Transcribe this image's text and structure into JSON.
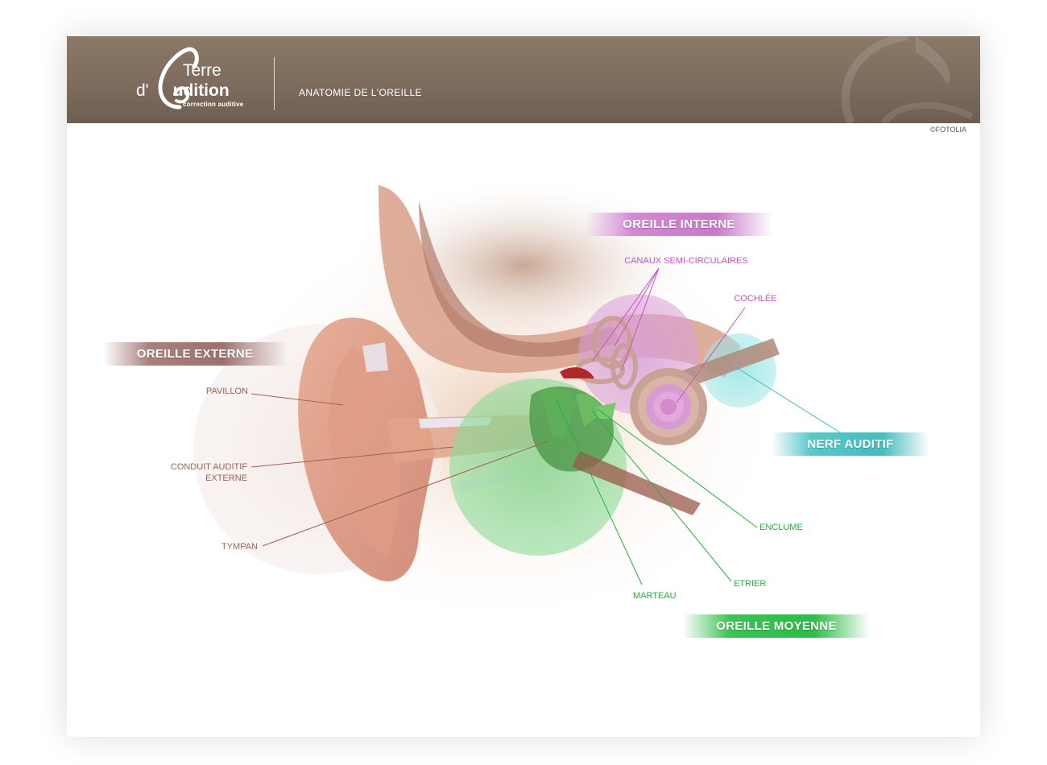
{
  "header": {
    "logo": {
      "line1": "Terre",
      "line2_prefix": "d'",
      "line2_word": "udition",
      "tagline": "correction auditive"
    },
    "title": "ANATOMIE DE L'OREILLE",
    "credit": "©FOTOLIA"
  },
  "sections": {
    "externe": "OREILLE EXTERNE",
    "interne": "OREILLE INTERNE",
    "nerf": "NERF AUDITIF",
    "moyenne": "OREILLE MOYENNE"
  },
  "parts": {
    "pavillon": "PAVILLON",
    "conduit_line1": "CONDUIT AUDITIF",
    "conduit_line2": "EXTERNE",
    "tympan": "TYMPAN",
    "canaux": "CANAUX SEMI-CIRCULAIRES",
    "cochlee": "COCHLÉE",
    "enclume": "ENCLUME",
    "etrier": "ETRIER",
    "marteau": "MARTEAU"
  },
  "colors": {
    "header_brown": "#7f6e5f",
    "externe": "#9d716f",
    "interne": "#cc78cc",
    "nerf": "#44bcc0",
    "moyenne": "#2bbd46",
    "label_brown": "#9a6455",
    "label_pink": "#c354c3",
    "label_green": "#1fb53a"
  }
}
